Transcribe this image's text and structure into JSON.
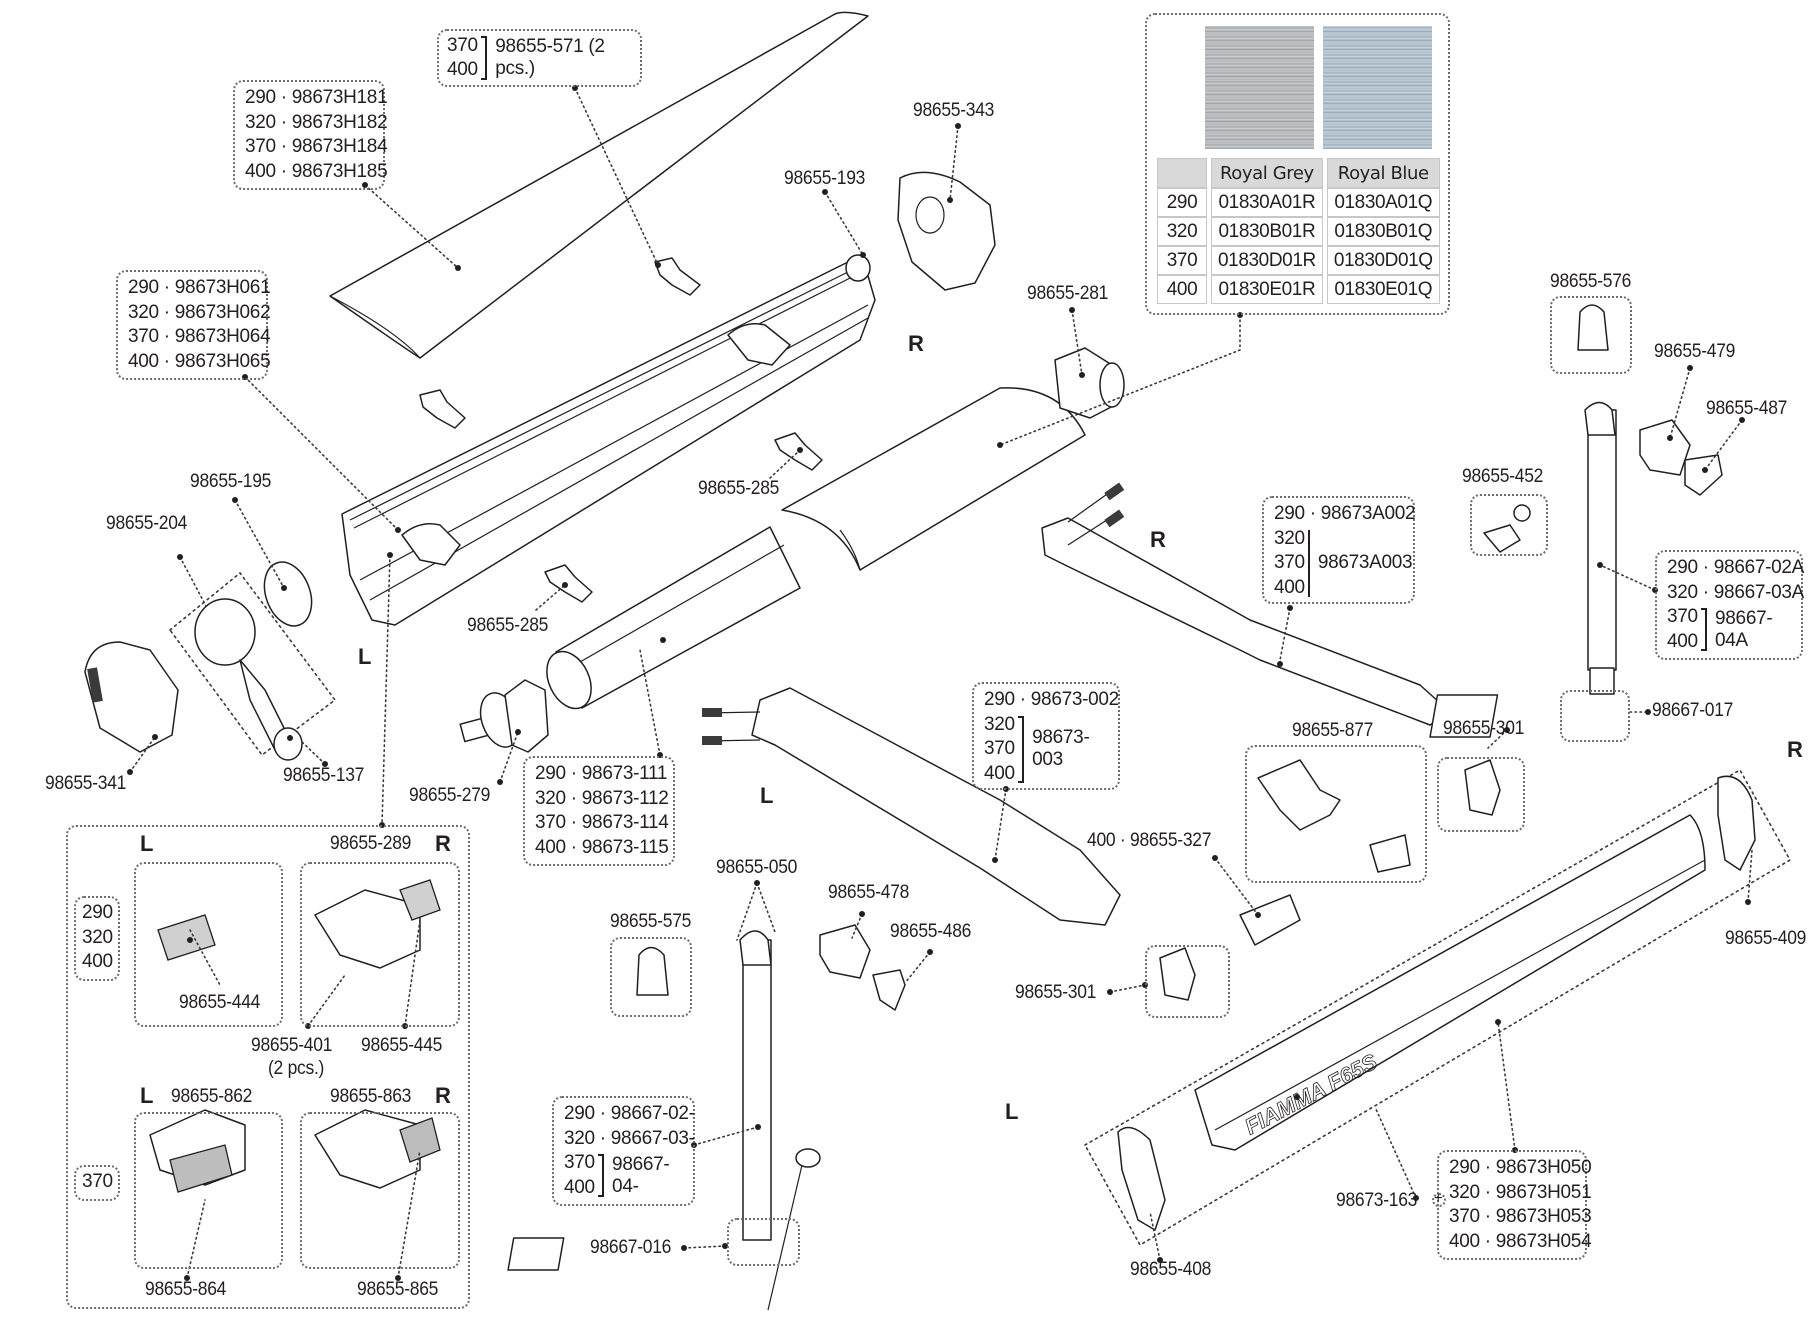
{
  "title": "Fiamma F65S awning exploded parts diagram",
  "brand_logo": "FIAMMA F65S",
  "colors": {
    "line": "#231f20",
    "leader": "#3a3a3a",
    "box_border": "#6d6d6d",
    "table_header": "#d9d9da",
    "royal_grey": "#b4b7b9",
    "royal_blue": "#a9bac7"
  },
  "fabric_table": {
    "headers": [
      "",
      "Royal Grey",
      "Royal Blue"
    ],
    "rows": [
      {
        "size": "290",
        "grey": "01830A01R",
        "blue": "01830A01Q"
      },
      {
        "size": "320",
        "grey": "01830B01R",
        "blue": "01830B01Q"
      },
      {
        "size": "370",
        "grey": "01830D01R",
        "blue": "01830D01Q"
      },
      {
        "size": "400",
        "grey": "01830E01R",
        "blue": "01830E01Q"
      }
    ]
  },
  "side_markers": {
    "r1": "R",
    "l1": "L",
    "r2": "R",
    "l2": "L",
    "r3": "R",
    "l3": "L",
    "kit_l1": "L",
    "kit_r1": "R",
    "kit_l2": "L",
    "kit_r2": "R"
  },
  "callouts": {
    "top_cover": [
      "290 · 98673H181",
      "320 · 98673H182",
      "370 · 98673H184",
      "400 · 98673H185"
    ],
    "bracket_571": {
      "sizes": [
        "370",
        "400"
      ],
      "code": "98655-571 (2 pcs.)"
    },
    "case_profile": [
      "290 · 98673H061",
      "320 · 98673H062",
      "370 · 98673H064",
      "400 · 98673H065"
    ],
    "p343": "98655-343",
    "p193": "98655-193",
    "p281": "98655-281",
    "p285a": "98655-285",
    "p285b": "98655-285",
    "p195": "98655-195",
    "p204": "98655-204",
    "p341": "98655-341",
    "p137": "98655-137",
    "p279": "98655-279",
    "roller_tube": [
      "290 · 98673-111",
      "320 · 98673-112",
      "370 · 98673-114",
      "400 · 98673-115"
    ],
    "arm_l": {
      "first": "290 · 98673-002",
      "sizes": [
        "320",
        "370",
        "400"
      ],
      "code": "98673-003"
    },
    "arm_r": {
      "first": "290 · 98673A002",
      "sizes": [
        "320",
        "370",
        "400"
      ],
      "code": "98673A003"
    },
    "p576": "98655-576",
    "p479": "98655-479",
    "p487": "98655-487",
    "p452": "98655-452",
    "leg_r": {
      "lines": [
        "290 · 98667-02A",
        "320 · 98667-03A"
      ],
      "sizes": [
        "370",
        "400"
      ],
      "code": "98667-04A"
    },
    "p017": "98667-017",
    "p877": "98655-877",
    "p301a": "98655-301",
    "p301b": "98655-301",
    "p327": "400 · 98655-327",
    "p409": "98655-409",
    "p408": "98655-408",
    "p163": "98673-163",
    "front_bar": [
      "290 · 98673H050",
      "320 · 98673H051",
      "370 · 98673H053",
      "400 · 98673H054"
    ],
    "p050": "98655-050",
    "p575": "98655-575",
    "p478": "98655-478",
    "p486": "98655-486",
    "leg_l": {
      "lines": [
        "290 · 98667-02-",
        "320 · 98667-03-"
      ],
      "sizes": [
        "370",
        "400"
      ],
      "code": "98667-04-"
    },
    "p016": "98667-016"
  },
  "kit_panel": {
    "p289": "98655-289",
    "sizes_a": [
      "290",
      "320",
      "400"
    ],
    "size_b": "370",
    "p444": "98655-444",
    "p401": "98655-401",
    "p401_qty": "(2 pcs.)",
    "p445": "98655-445",
    "p862": "98655-862",
    "p863": "98655-863",
    "p864": "98655-864",
    "p865": "98655-865"
  }
}
